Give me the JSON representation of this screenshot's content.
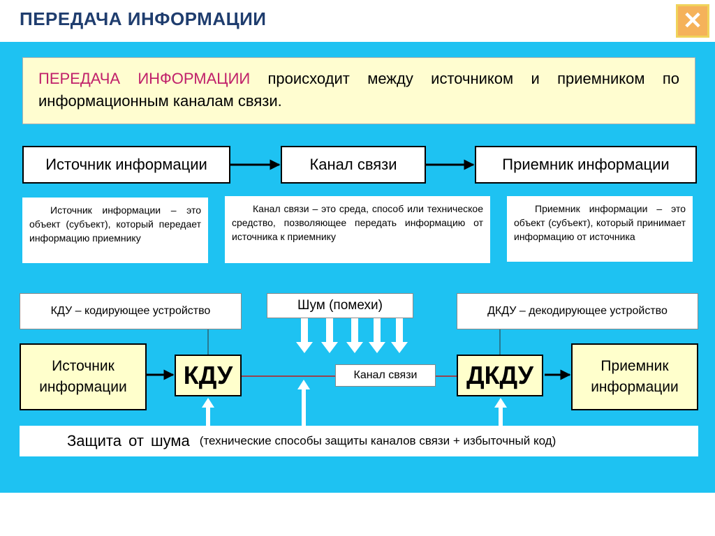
{
  "header": {
    "title": "ПЕРЕДАЧА  ИНФОРМАЦИИ",
    "close_icon": "close-icon"
  },
  "definition": {
    "highlight": "ПЕРЕДАЧА  ИНФОРМАЦИИ",
    "rest": " происходит между источником и приемником по информационным каналам связи."
  },
  "flow": {
    "source": "Источник  информации",
    "channel": "Канал  связи",
    "receiver": "Приемник  информации"
  },
  "descriptions": {
    "source": "Источник информации – это объект (субъект), который передает информацию приемнику",
    "channel": "Канал связи – это среда, способ или техническое средство, позволяющее передать информацию от источника к приемнику",
    "receiver": "Приемник информации – это объект (субъект), который принимает информацию от источника"
  },
  "scheme": {
    "kdu_label": "КДУ – кодирующее устройство",
    "noise_label": "Шум  (помехи)",
    "dkdu_label": "ДКДУ – декодирующее  устройство",
    "source": "Источник информации",
    "kdu": "КДУ",
    "channel": "Канал связи",
    "dkdu": "ДКДУ",
    "receiver": "Приемник информации"
  },
  "protection": {
    "main": "Защита  от  шума",
    "detail": "(технические  способы  защиты  каналов связи + избыточный код)"
  },
  "colors": {
    "panel": "#1ec2f2",
    "title": "#1f3d6e",
    "highlight": "#c0206a",
    "box_fill": "#ffffcc",
    "channel_line": "#c01818"
  }
}
